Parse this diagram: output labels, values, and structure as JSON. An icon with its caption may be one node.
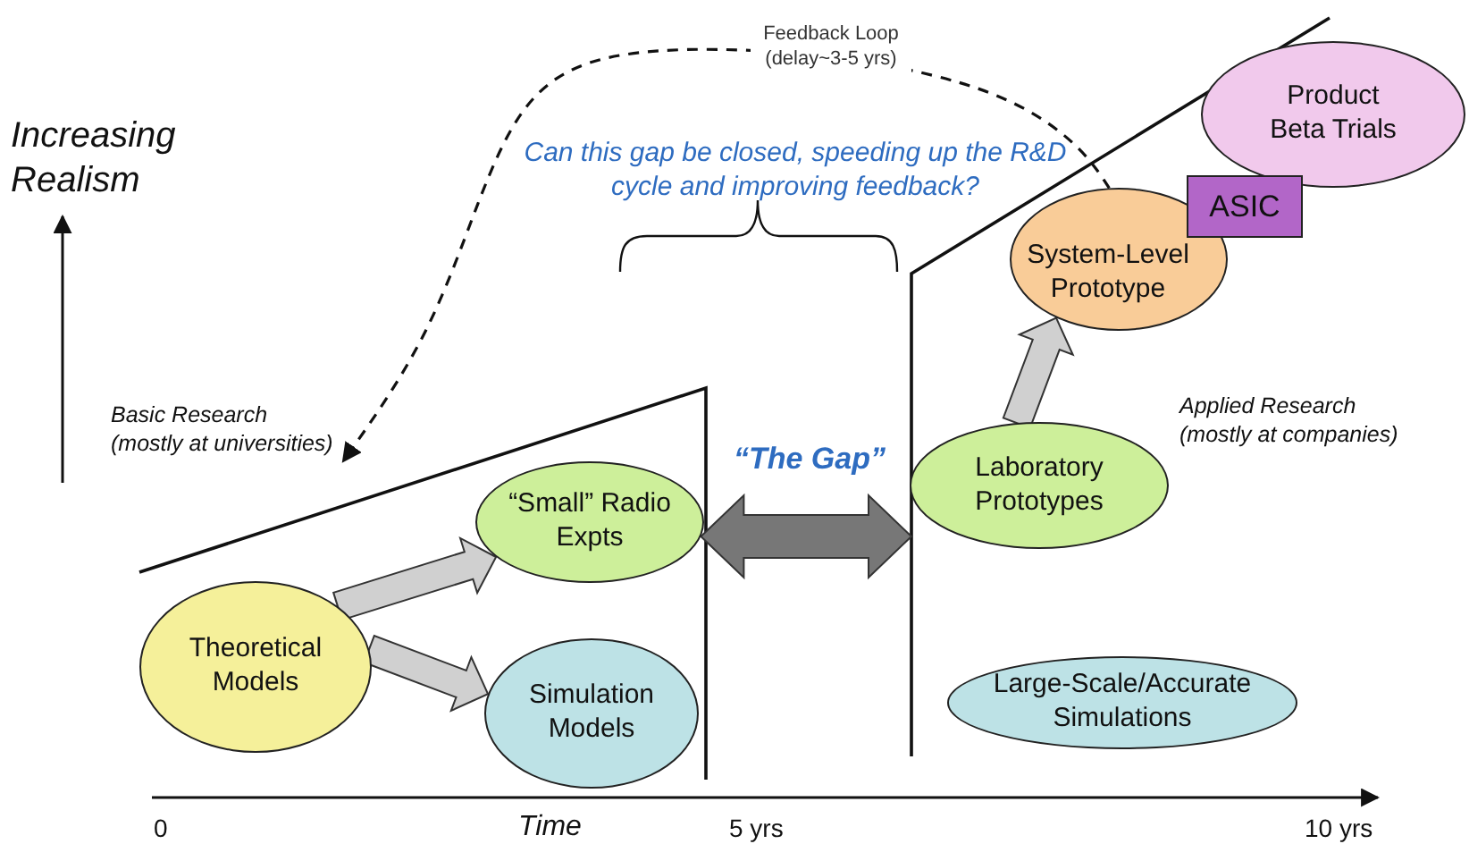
{
  "diagram": {
    "nodes": [
      {
        "text": [
          "Theoretical Models"
        ]
      },
      {
        "text": [
          "“Small” Radio Expts"
        ]
      },
      {
        "text": [
          "Simulation Models"
        ]
      },
      {
        "text": [
          "Laboratory Prototypes"
        ]
      },
      {
        "text": [
          "Large-Scale/Accurate Simulations"
        ]
      },
      {
        "text": [
          "System-Level Prototype"
        ]
      },
      {
        "text": [
          "Product Beta Trials"
        ]
      },
      {
        "text": [
          "ASIC"
        ]
      },
      {
        "text": [
          "Basic Research (mostly at universities)"
        ]
      }
    ],
    "edges": [
      {
        "from": 0,
        "to": 1,
        "arrow": "to"
      },
      {
        "from": 0,
        "to": 2,
        "arrow": "to"
      },
      {
        "from": 3,
        "to": 5,
        "arrow": "to"
      },
      {
        "from": 5,
        "to": 8,
        "arrow": "to",
        "style": "dashed",
        "label": "Feedback Loop (delay~3-5 yrs)"
      },
      {
        "from": 1,
        "to": 3,
        "arrow": "both",
        "style": "thick",
        "color": "#777777"
      }
    ],
    "labels": [
      "Increasing Realism",
      "Can this gap be closed, speeding up the R&D cycle and improving feedback?",
      "“The Gap”",
      "Applied Research (mostly at companies)",
      "0",
      "Time",
      "5 yrs",
      "10 yrs"
    ]
  }
}
